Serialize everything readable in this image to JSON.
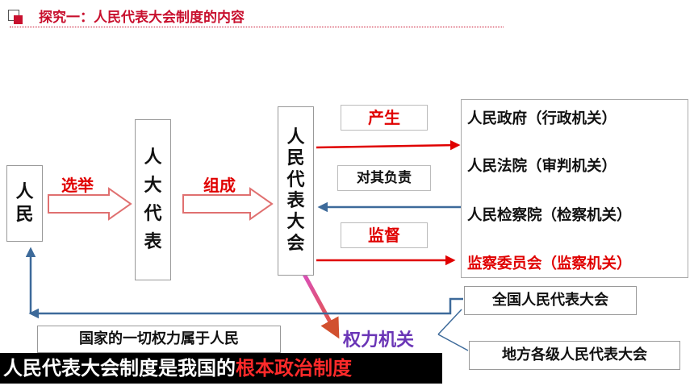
{
  "header": {
    "title": "探究一：人民代表大会制度的内容"
  },
  "nodes": {
    "people": "人民",
    "deputies": "人大代表",
    "congress": "人民代表大会",
    "government": "人民政府（行政机关）",
    "court": "人民法院（审判机关）",
    "procuratorate": "人民检察院（检察机关）",
    "supervision": "监察委员会（监察机关）",
    "npc": "全国人民代表大会",
    "local": "地方各级人民代表大会",
    "power_statement": "国家的一切权力属于人民"
  },
  "labels": {
    "elect": "选举",
    "compose": "组成",
    "produce": "产生",
    "responsible": "对其负责",
    "supervise": "监督",
    "power_organ": "权力机关"
  },
  "banner": {
    "prefix": "人民代表大会制度是我国的",
    "highlight": "根本政治制度"
  },
  "colors": {
    "accent": "#c8102e",
    "arrow_red": "#e00000",
    "arrow_blue": "#3d6a9a",
    "banner_bg": "#000000",
    "power_organ": "#6a35b6"
  }
}
